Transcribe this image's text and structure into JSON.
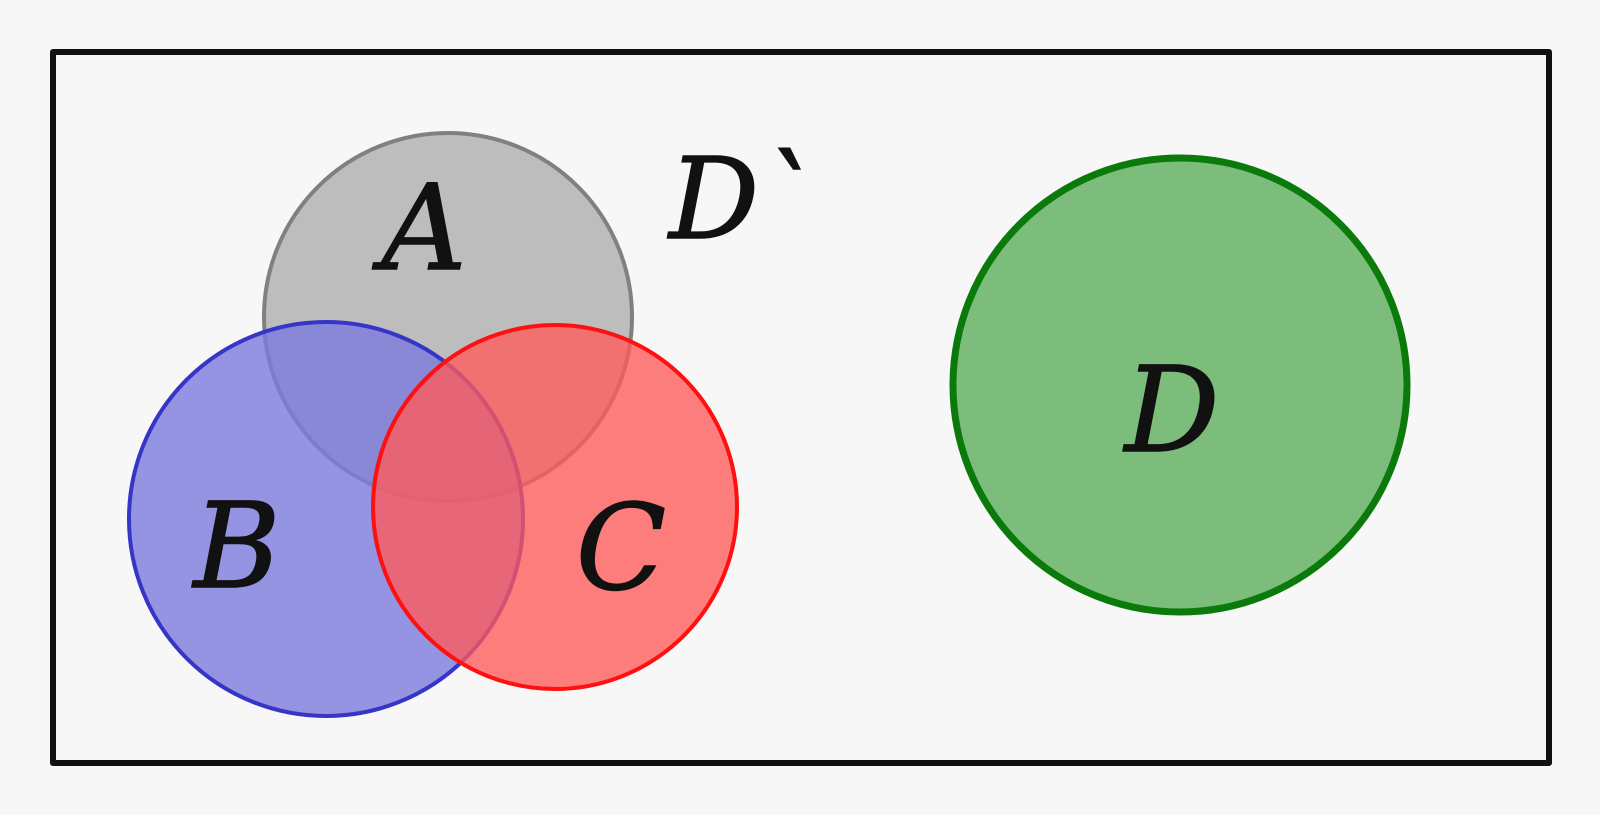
{
  "colors": {
    "background": "#f7f7f7",
    "universe_border": "#111111",
    "set_a_fill": "#a9a9a9",
    "set_a_stroke": "#808080",
    "set_b_fill": "#7b7bdc",
    "set_b_stroke": "#3535c8",
    "set_c_fill": "#ff5a5a",
    "set_c_stroke": "#ff1010",
    "set_d_fill": "#7cbd7c",
    "set_d_stroke": "#0a7a0a"
  },
  "sets": {
    "a": {
      "label": "A"
    },
    "b": {
      "label": "B"
    },
    "c": {
      "label": "C"
    },
    "d": {
      "label": "D"
    }
  },
  "complement": {
    "label": "D`"
  }
}
